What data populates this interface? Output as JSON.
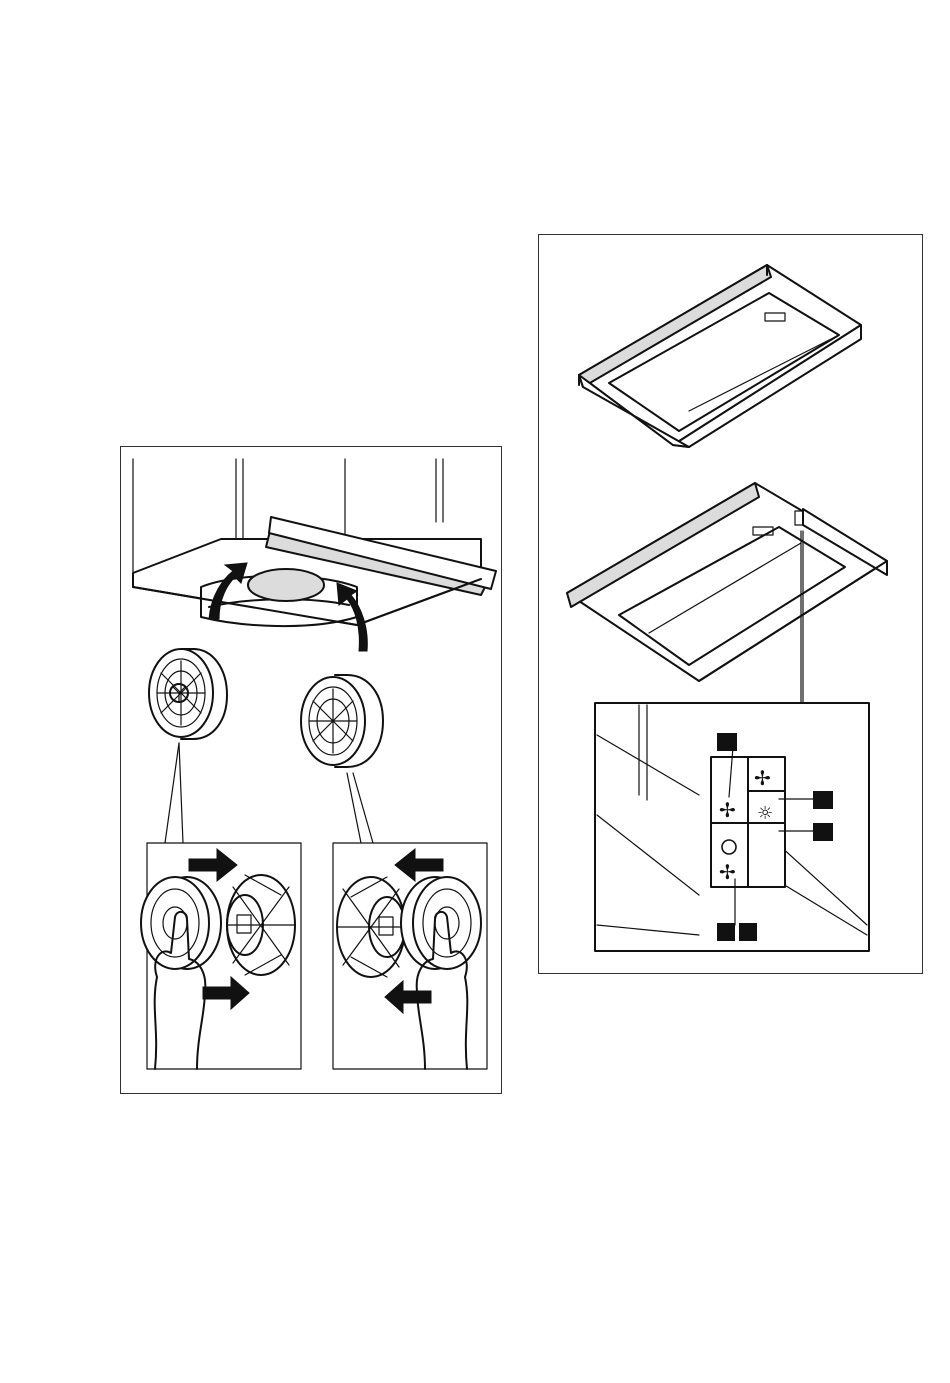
{
  "figure_left": {
    "description_icons": [
      "hood-underside",
      "carbon-filter-left",
      "carbon-filter-right",
      "rotate-arrow-left",
      "rotate-arrow-right",
      "push-arrow",
      "hand"
    ],
    "steps": [
      {
        "id": "step-install-left",
        "arrows": [
          "right",
          "right"
        ]
      },
      {
        "id": "step-install-right",
        "arrows": [
          "left",
          "left"
        ]
      }
    ]
  },
  "figure_right": {
    "views": [
      "hood-closed",
      "hood-extended"
    ],
    "control_panel": {
      "buttons": [
        {
          "id": "fan-2",
          "icon": "fan-2-icon"
        },
        {
          "id": "fan-3",
          "icon": "fan-3-icon"
        },
        {
          "id": "off",
          "icon": "off-icon"
        },
        {
          "id": "light",
          "icon": "light-icon"
        },
        {
          "id": "fan-1",
          "icon": "fan-1-icon"
        }
      ],
      "callout_markers": 5
    }
  },
  "colors": {
    "ink": "#111111",
    "marker": "#111111",
    "shade": "#dcdcdc",
    "paper": "#ffffff"
  }
}
